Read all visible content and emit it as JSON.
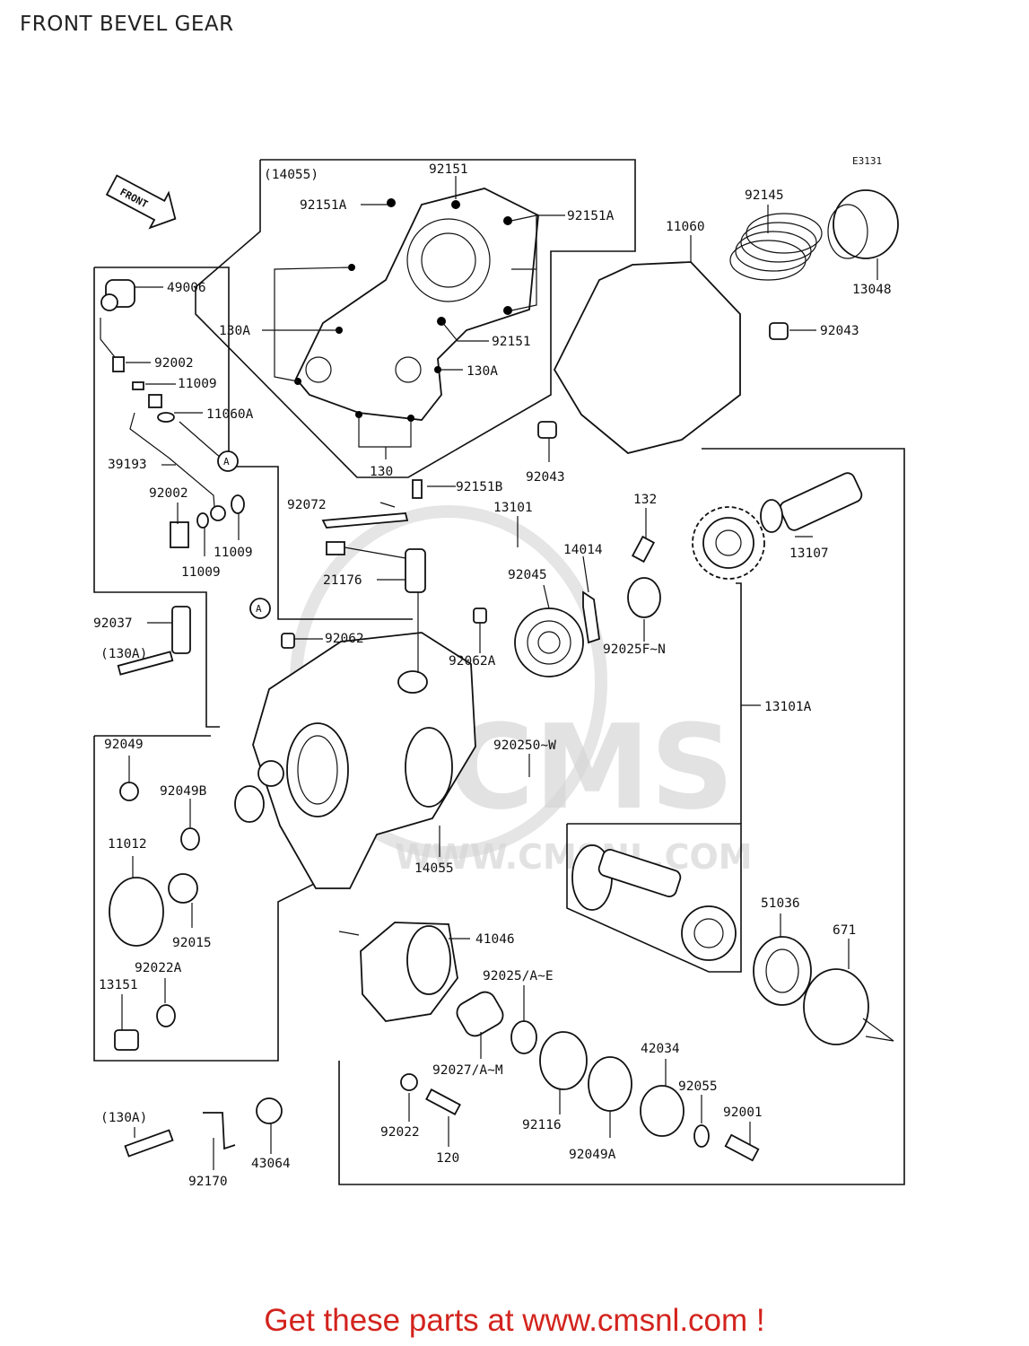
{
  "page": {
    "title": "FRONT BEVEL GEAR"
  },
  "diagram": {
    "code": "E3131",
    "front": "FRONT",
    "circle_ref": "A",
    "labels": {
      "p14055g": "(14055)",
      "p92151t": "92151",
      "p92151a1": "92151A",
      "p92151a2": "92151A",
      "p130a1": "130A",
      "p92151b": "92151",
      "p130a2": "130A",
      "p130": "130",
      "p11060": "11060",
      "p92145": "92145",
      "p13048": "13048",
      "p92043a": "92043",
      "p92043b": "92043",
      "p49006": "49006",
      "p92002a": "92002",
      "p11009a": "11009",
      "p11060a": "11060A",
      "p39193": "39193",
      "p92002b": "92002",
      "p11009b": "11009",
      "p11009c": "11009",
      "p92072": "92072",
      "p92151bb": "92151B",
      "p13101": "13101",
      "p21176": "21176",
      "p132": "132",
      "p14014": "14014",
      "p92045": "92045",
      "p13107": "13107",
      "p92025fn": "92025F~N",
      "p92037": "92037",
      "p130ag1": "(130A)",
      "p92062": "92062",
      "p92062a": "92062A",
      "p13101a": "13101A",
      "p92049": "92049",
      "p92049b": "92049B",
      "p920250w": "920250~W",
      "p11012": "11012",
      "p14055": "14055",
      "p92015": "92015",
      "p51036": "51036",
      "p671": "671",
      "p41046": "41046",
      "p92022a": "92022A",
      "p13151": "13151",
      "p92025ae": "92025/A~E",
      "p42034": "42034",
      "p92027am": "92027/A~M",
      "p92055": "92055",
      "p92001": "92001",
      "p130ag2": "(130A)",
      "p92022": "92022",
      "p120": "120",
      "p92116": "92116",
      "p92049a": "92049A",
      "p43064": "43064",
      "p92170": "92170"
    },
    "watermark": {
      "brand": "CMS",
      "site": "WWW.CMSNL.COM"
    }
  },
  "footer": {
    "cta": "Get these parts at www.cmsnl.com !"
  }
}
